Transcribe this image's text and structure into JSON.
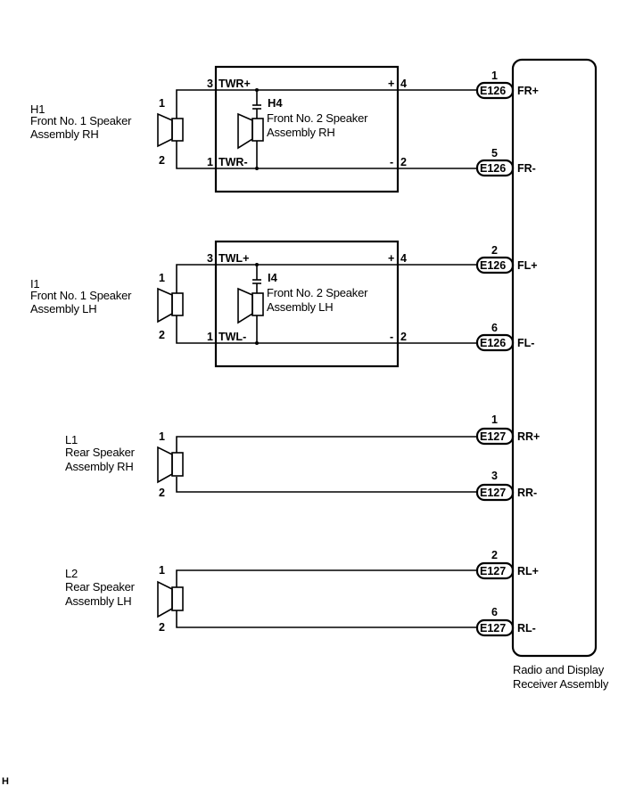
{
  "diagram": {
    "corner_mark": "H",
    "radio": {
      "label_line1": "Radio and Display",
      "label_line2": "Receiver Assembly"
    },
    "front_groups": [
      {
        "woofer": {
          "id": "H1",
          "name_line1": "Front No. 1 Speaker",
          "name_line2": "Assembly RH",
          "pin_top": "1",
          "pin_bottom": "2"
        },
        "tweeter": {
          "id": "H4",
          "name_line1": "Front No. 2 Speaker",
          "name_line2": "Assembly RH"
        },
        "box_pins": {
          "in_plus_pin": "3",
          "in_plus_sig": "TWR+",
          "in_minus_pin": "1",
          "in_minus_sig": "TWR-",
          "out_plus_sym": "+",
          "out_plus_pin": "4",
          "out_minus_sym": "-",
          "out_minus_pin": "2"
        },
        "radio_connections": [
          {
            "pin": "1",
            "connector": "E126",
            "signal": "FR+"
          },
          {
            "pin": "5",
            "connector": "E126",
            "signal": "FR-"
          }
        ]
      },
      {
        "woofer": {
          "id": "I1",
          "name_line1": "Front No. 1 Speaker",
          "name_line2": "Assembly LH",
          "pin_top": "1",
          "pin_bottom": "2"
        },
        "tweeter": {
          "id": "I4",
          "name_line1": "Front No. 2 Speaker",
          "name_line2": "Assembly LH"
        },
        "box_pins": {
          "in_plus_pin": "3",
          "in_plus_sig": "TWL+",
          "in_minus_pin": "1",
          "in_minus_sig": "TWL-",
          "out_plus_sym": "+",
          "out_plus_pin": "4",
          "out_minus_sym": "-",
          "out_minus_pin": "2"
        },
        "radio_connections": [
          {
            "pin": "2",
            "connector": "E126",
            "signal": "FL+"
          },
          {
            "pin": "6",
            "connector": "E126",
            "signal": "FL-"
          }
        ]
      }
    ],
    "rear_groups": [
      {
        "speaker": {
          "id": "L1",
          "name_line1": "Rear Speaker",
          "name_line2": "Assembly RH",
          "pin_top": "1",
          "pin_bottom": "2"
        },
        "radio_connections": [
          {
            "pin": "1",
            "connector": "E127",
            "signal": "RR+"
          },
          {
            "pin": "3",
            "connector": "E127",
            "signal": "RR-"
          }
        ]
      },
      {
        "speaker": {
          "id": "L2",
          "name_line1": "Rear Speaker",
          "name_line2": "Assembly LH",
          "pin_top": "1",
          "pin_bottom": "2"
        },
        "radio_connections": [
          {
            "pin": "2",
            "connector": "E127",
            "signal": "RL+"
          },
          {
            "pin": "6",
            "connector": "E127",
            "signal": "RL-"
          }
        ]
      }
    ]
  }
}
